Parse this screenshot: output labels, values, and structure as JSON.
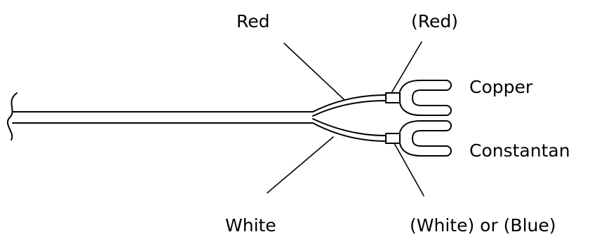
{
  "labels": {
    "red": "Red",
    "red_paren": "(Red)",
    "copper": "Copper",
    "constantan": "Constantan",
    "white": "White",
    "white_or_blue": "(White) or (Blue)"
  },
  "colors": {
    "line": "#000000",
    "background": "#ffffff"
  }
}
